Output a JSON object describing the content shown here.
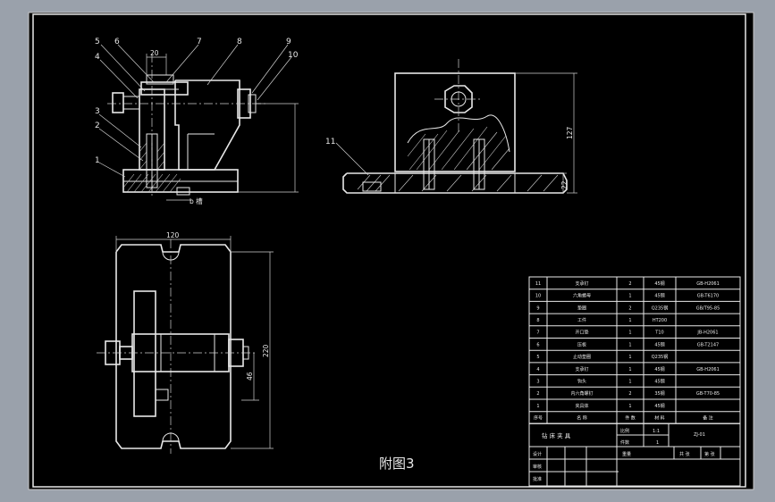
{
  "drawing": {
    "caption": "附图3",
    "part_labels": [
      "1",
      "2",
      "3",
      "4",
      "5",
      "6",
      "7",
      "8",
      "9",
      "10",
      "11"
    ],
    "dimensions": {
      "top_width": "20",
      "plan_width": "120",
      "plan_height": "220",
      "plan_offset": "46",
      "side_height": "127",
      "side_base": "22"
    },
    "section_mark": "b 槽"
  },
  "bom": {
    "rows": [
      {
        "no": "11",
        "name": "支承钉",
        "qty": "2",
        "material": "45钢",
        "note": "GB-H2061"
      },
      {
        "no": "10",
        "name": "六角螺母",
        "qty": "1",
        "material": "45钢",
        "note": "GB-T6170"
      },
      {
        "no": "9",
        "name": "垫圈",
        "qty": "2",
        "material": "Q235钢",
        "note": "GB/T95-85"
      },
      {
        "no": "8",
        "name": "工件",
        "qty": "1",
        "material": "HT200",
        "note": ""
      },
      {
        "no": "7",
        "name": "开口垫",
        "qty": "1",
        "material": "T10",
        "note": "JB-H2061"
      },
      {
        "no": "6",
        "name": "压板",
        "qty": "1",
        "material": "45钢",
        "note": "GB-T2147"
      },
      {
        "no": "5",
        "name": "止动垫圈",
        "qty": "1",
        "material": "Q235钢",
        "note": ""
      },
      {
        "no": "4",
        "name": "支承钉",
        "qty": "1",
        "material": "45钢",
        "note": "GB-H2061"
      },
      {
        "no": "3",
        "name": "钩头",
        "qty": "1",
        "material": "45钢",
        "note": ""
      },
      {
        "no": "2",
        "name": "内六角螺钉",
        "qty": "2",
        "material": "35钢",
        "note": "GB-T70-85"
      },
      {
        "no": "1",
        "name": "夹具体",
        "qty": "1",
        "material": "45钢",
        "note": ""
      }
    ],
    "header": {
      "no": "序号",
      "name": "名 称",
      "qty": "件 数",
      "material": "材 料",
      "note": "备 注"
    },
    "title": "钻 床 夹 具",
    "scale_label": "比例",
    "scale_value": "1:1",
    "count_label": "件数",
    "count_value": "1",
    "drawing_no": "ZJ-01",
    "weight_label": "重量",
    "sheet_label": "共 张",
    "page_label": "第 张",
    "design_label": "设计",
    "check_label": "审核",
    "approve_label": "批准"
  }
}
